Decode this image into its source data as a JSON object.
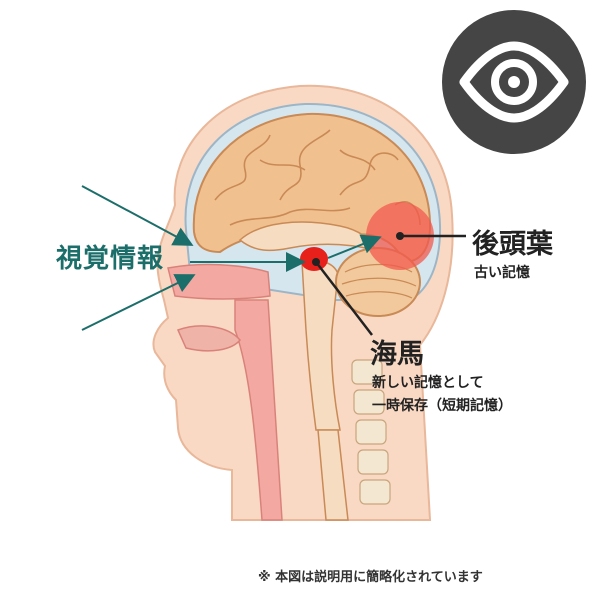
{
  "labels": {
    "visual_info": "視覚情報",
    "occipital_lobe": {
      "title": "後頭葉",
      "description": "古い記憶"
    },
    "hippocampus": {
      "title": "海馬",
      "description_line1": "新しい記憶として",
      "description_line2": "一時保存（短期記憶）"
    }
  },
  "footnote": "※ 本図は説明用に簡略化されています",
  "icon": {
    "name": "eye-icon",
    "badge_color": "#454545",
    "glyph_color": "#ffffff"
  },
  "colors": {
    "arrow": "#1c6e6a",
    "skin": "#f9d9c4",
    "brain": "#f1c08f",
    "highlight_occipital": "#f25a4f",
    "highlight_hippocampus": "#e8201b"
  }
}
